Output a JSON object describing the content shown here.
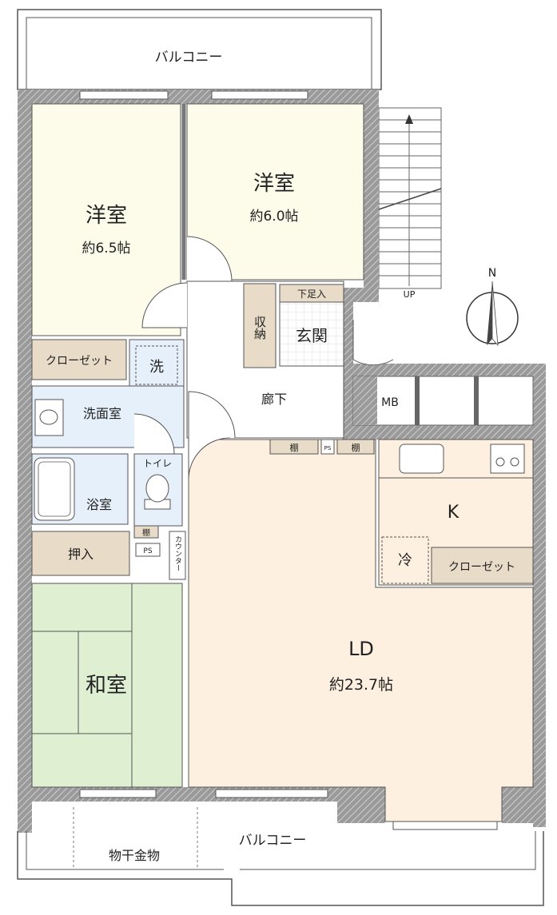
{
  "rooms": {
    "western_room_1": {
      "name": "洋室",
      "area": "約6.5帖"
    },
    "western_room_2": {
      "name": "洋室",
      "area": "約6.0帖"
    },
    "entrance": "玄関",
    "shoe_storage": "下足入",
    "storage": "収納",
    "corridor": "廊下",
    "closet_1": "クローゼット",
    "washer": "洗",
    "washroom": "洗面室",
    "bathroom": "浴室",
    "toilet": "トイレ",
    "shelf_toilet": "棚",
    "ps_left": "PS",
    "counter": "カウンター",
    "oshiire": "押入",
    "japanese_room": "和室",
    "ld": {
      "name": "LD",
      "area": "約23.7帖"
    },
    "kitchen": "K",
    "fridge": "冷",
    "closet_2": "クローゼット",
    "shelf_left": "棚",
    "ps_center": "PS",
    "shelf_right": "棚",
    "mb": "MB"
  },
  "balcony_top": "バルコニー",
  "balcony_bottom": "バルコニー",
  "laundry_hanger": "物干金物",
  "stairs_up": "UP",
  "compass": "N",
  "colors": {
    "western": "#fdfbe9",
    "ld": "#fdf0e0",
    "wet": "#e6f0fa",
    "tatami": "#dfefd2",
    "storage": "#e8dcc8",
    "wall": "#8c8c8c",
    "corridor": "#ffffff"
  }
}
